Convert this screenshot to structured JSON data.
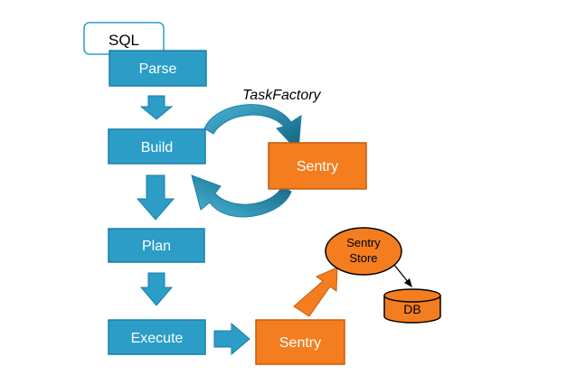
{
  "colors": {
    "blue_fill": "#2b9dc7",
    "blue_stroke": "#1d7fa6",
    "orange_fill": "#f47d20",
    "orange_stroke": "#c45c0c",
    "arrow_blue": "#2b9dc7",
    "cycle_gradient_light": "#49b5d8",
    "cycle_gradient_dark": "#0f5f7a",
    "sql_stroke": "#2b9dc7",
    "text_white": "#ffffff",
    "text_dark": "#000000"
  },
  "diagram": {
    "sql_label": "SQL",
    "stages": {
      "parse": "Parse",
      "build": "Build",
      "plan": "Plan",
      "execute": "Execute"
    },
    "task_factory_label": "TaskFactory",
    "sentry_build": "Sentry",
    "sentry_execute": "Sentry",
    "sentry_store_line1": "Sentry",
    "sentry_store_line2": "Store",
    "db_label": "DB"
  }
}
